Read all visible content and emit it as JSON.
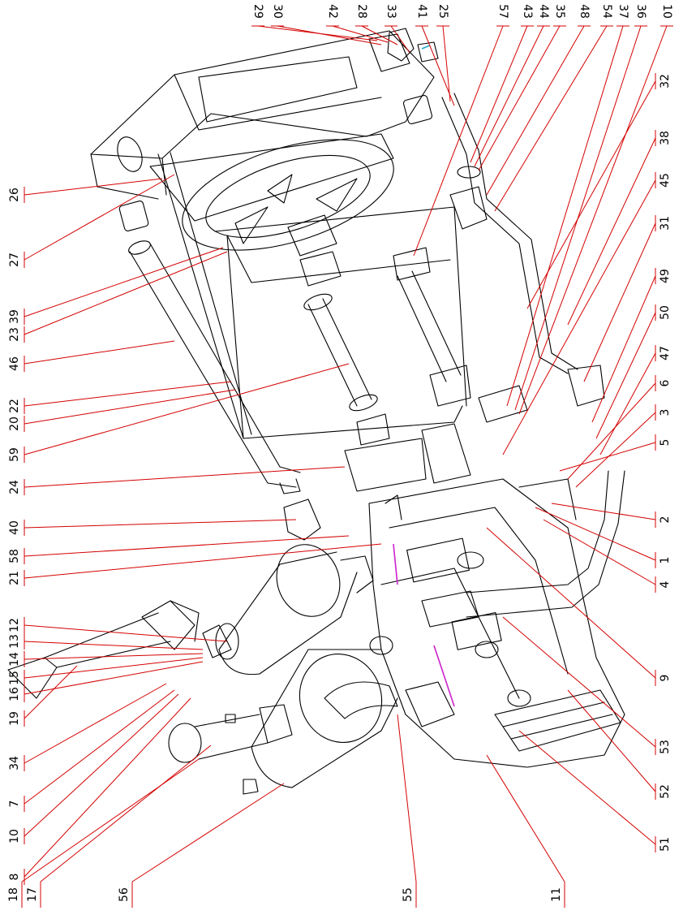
{
  "colors": {
    "leader": "#d40000",
    "line": "#000000",
    "accent_magenta": "#cc22cc",
    "accent_cyan": "#22aacc",
    "background": "#ffffff"
  },
  "callouts": {
    "top": [
      "29",
      "30",
      "42",
      "28",
      "33",
      "41",
      "25",
      "57",
      "43",
      "44",
      "35",
      "48",
      "54",
      "37",
      "36",
      "10"
    ],
    "right": [
      "32",
      "38",
      "45",
      "31",
      "49",
      "50",
      "47",
      "6",
      "3",
      "5",
      "2",
      "1",
      "4",
      "9",
      "53",
      "52",
      "51"
    ],
    "bottom": [
      "11",
      "55",
      "56",
      "18",
      "17"
    ],
    "left": [
      "26",
      "27",
      "39",
      "23",
      "46",
      "22",
      "20",
      "59",
      "24",
      "40",
      "58",
      "21",
      "12",
      "13",
      "14",
      "15",
      "16",
      "19",
      "34",
      "7",
      "10",
      "8"
    ]
  }
}
